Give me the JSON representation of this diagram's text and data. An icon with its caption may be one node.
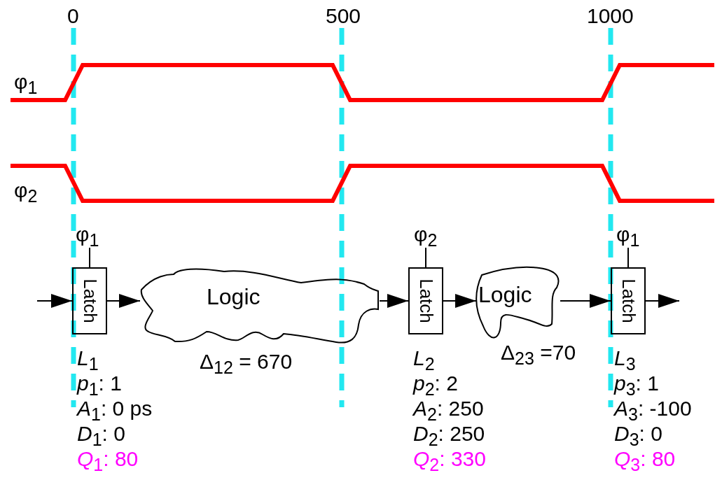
{
  "diagram": {
    "nodes": [
      {
        "text": [
          "Latch"
        ],
        "beside": [
          "*L*$_{1}$",
          "*p*$_{1}$: 1",
          "*A*$_{1}$: 0 ps",
          "*D*$_{1}$: 0",
          "*Q*$_{1}$: 80"
        ]
      },
      {
        "text": [
          "Logic"
        ],
        "beside": [
          "Δ$_{12}$ = 670"
        ]
      },
      {
        "text": [
          "Latch"
        ],
        "beside": [
          "*L*$_{2}$",
          "*p*$_{2}$: 2",
          "*A*$_{2}$: 250",
          "*D*$_{2}$: 250",
          "*Q*$_{2}$: 330"
        ]
      },
      {
        "text": [
          "Logic"
        ],
        "beside": [
          "Δ$_{23}$ =70"
        ]
      },
      {
        "text": [
          "Latch"
        ],
        "beside": [
          "*L*$_{3}$",
          "*p*$_{3}$: 1",
          "*A*$_{3}$: -100",
          "*D*$_{3}$: 0",
          "*Q*$_{3}$: 80"
        ]
      },
      {
        "text": [
          "φ$_{1}$"
        ]
      },
      {
        "text": [
          "φ$_{2}$"
        ]
      },
      {
        "text": [
          "φ$_{1}$"
        ]
      }
    ],
    "edges": [
      {
        "from": null,
        "to": 0,
        "arrow": "to"
      },
      {
        "from": 0,
        "to": 1,
        "arrow": "to"
      },
      {
        "from": 1,
        "to": 2,
        "arrow": "to"
      },
      {
        "from": 2,
        "to": 3,
        "arrow": "to"
      },
      {
        "from": 3,
        "to": 4,
        "arrow": "to"
      },
      {
        "from": 4,
        "to": null,
        "arrow": "to"
      },
      {
        "from": 5,
        "to": 0,
        "arrow": "none"
      },
      {
        "from": 6,
        "to": 2,
        "arrow": "none"
      },
      {
        "from": 7,
        "to": 4,
        "arrow": "none"
      }
    ],
    "labels": [
      "0",
      "500",
      "1000",
      "φ$_{1}$",
      "φ$_{2}$"
    ]
  }
}
